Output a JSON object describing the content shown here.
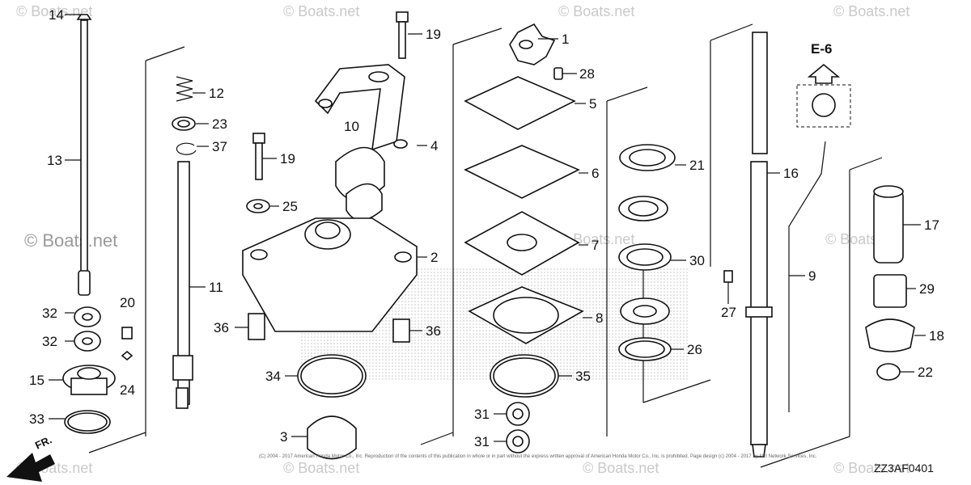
{
  "watermark": "© Boats.net",
  "watermark_large": "© Boats.net",
  "diagram_code": "ZZ3AF0401",
  "reference_label": "E-6",
  "front_label": "FR.",
  "copyright": "(C) 2004 - 2017 American Honda Motor Co., Inc. Reproduction of the contents of this publication in whole or in part without the express written approval of American Honda Motor Co., Inc. is prohibited. Page design (c) 2004 - 2017 by ARI Network Services, Inc.",
  "callouts": [
    "14",
    "13",
    "12",
    "23",
    "37",
    "11",
    "32",
    "32",
    "20",
    "24",
    "15",
    "33",
    "19",
    "10",
    "4",
    "19",
    "25",
    "2",
    "36",
    "36",
    "34",
    "3",
    "1",
    "28",
    "5",
    "6",
    "7",
    "8",
    "35",
    "31",
    "31",
    "21",
    "30",
    "26",
    "16",
    "27",
    "9",
    "17",
    "29",
    "18",
    "22"
  ]
}
